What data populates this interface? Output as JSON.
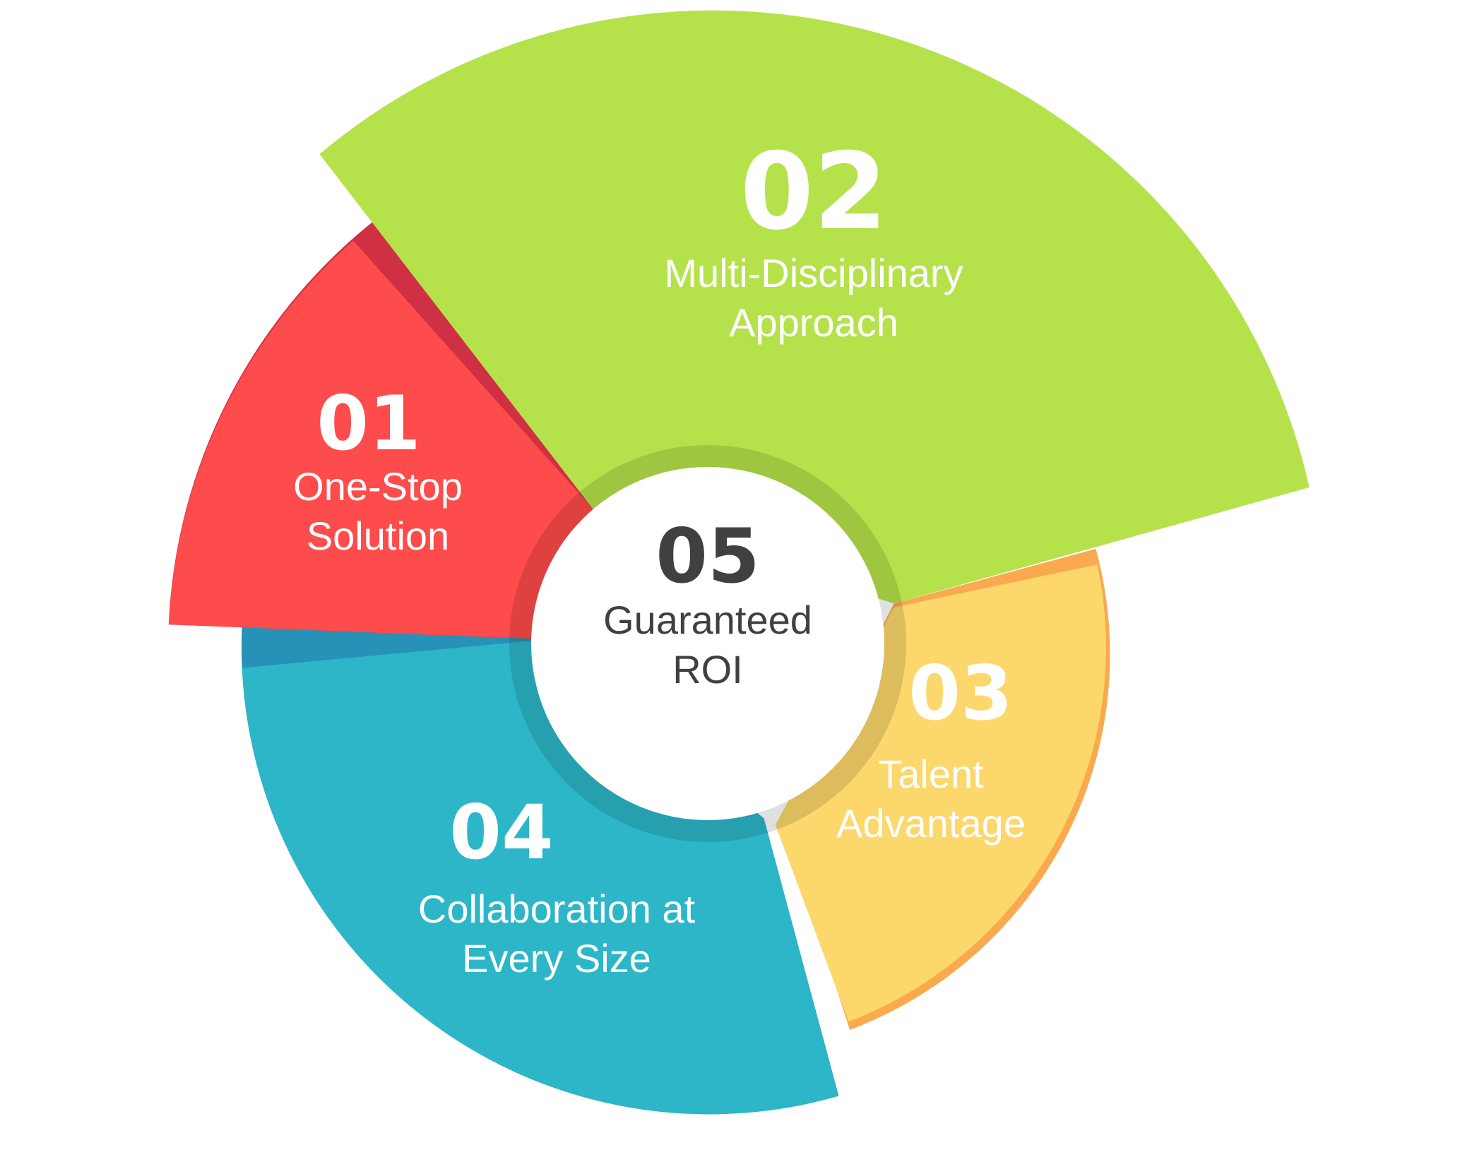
{
  "colors": {
    "red": "#fe4b4b",
    "red_shadow": "#d03043",
    "green": "#b5e24b",
    "yellow": "#fcd76b",
    "yellow_shadow": "#fba94e",
    "blue": "#2cb6c8",
    "blue_shadow": "#2891b7",
    "center_ring": "#000000",
    "center_text": "#404040",
    "segment_text": "#ffffff"
  },
  "segments": [
    {
      "id": "01",
      "number": "01",
      "label_line1": "One-Stop",
      "label_line2": "Solution"
    },
    {
      "id": "02",
      "number": "02",
      "label_line1": "Multi-Disciplinary",
      "label_line2": "Approach"
    },
    {
      "id": "03",
      "number": "03",
      "label_line1": "Talent",
      "label_line2": "Advantage"
    },
    {
      "id": "04",
      "number": "04",
      "label_line1": "Collaboration at",
      "label_line2": "Every Size"
    }
  ],
  "center": {
    "number": "05",
    "label_line1": "Guaranteed",
    "label_line2": "ROI"
  }
}
